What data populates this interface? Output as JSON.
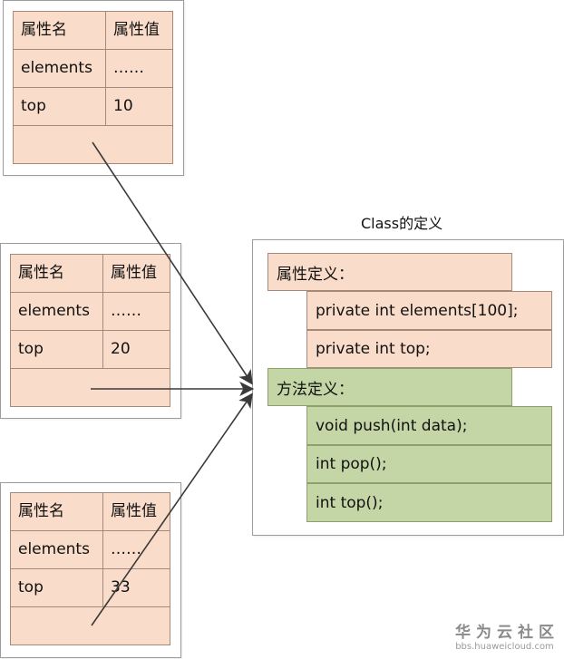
{
  "objects": [
    {
      "header": {
        "name": "属性名",
        "value": "属性值"
      },
      "rows": [
        {
          "name": "elements",
          "value": "……"
        },
        {
          "name": "top",
          "value": "10"
        }
      ]
    },
    {
      "header": {
        "name": "属性名",
        "value": "属性值"
      },
      "rows": [
        {
          "name": "elements",
          "value": "……"
        },
        {
          "name": "top",
          "value": "20"
        }
      ]
    },
    {
      "header": {
        "name": "属性名",
        "value": "属性值"
      },
      "rows": [
        {
          "name": "elements",
          "value": "……"
        },
        {
          "name": "top",
          "value": "33"
        }
      ]
    }
  ],
  "class_definition": {
    "title": "Class的定义",
    "attributes_heading": "属性定义：",
    "attributes": [
      "private int elements[100];",
      "private int top;"
    ],
    "methods_heading": "方法定义：",
    "methods": [
      "void push(int data);",
      "int  pop();",
      "int  top();"
    ]
  },
  "watermark": {
    "brand": "华为云社区",
    "url": "bbs.huaweicloud.com"
  },
  "colors": {
    "attribute_fill": "#f9dcc9",
    "method_fill": "#c5d6a6",
    "border": "#9c9c9c",
    "arrow": "#3a3a3a"
  }
}
